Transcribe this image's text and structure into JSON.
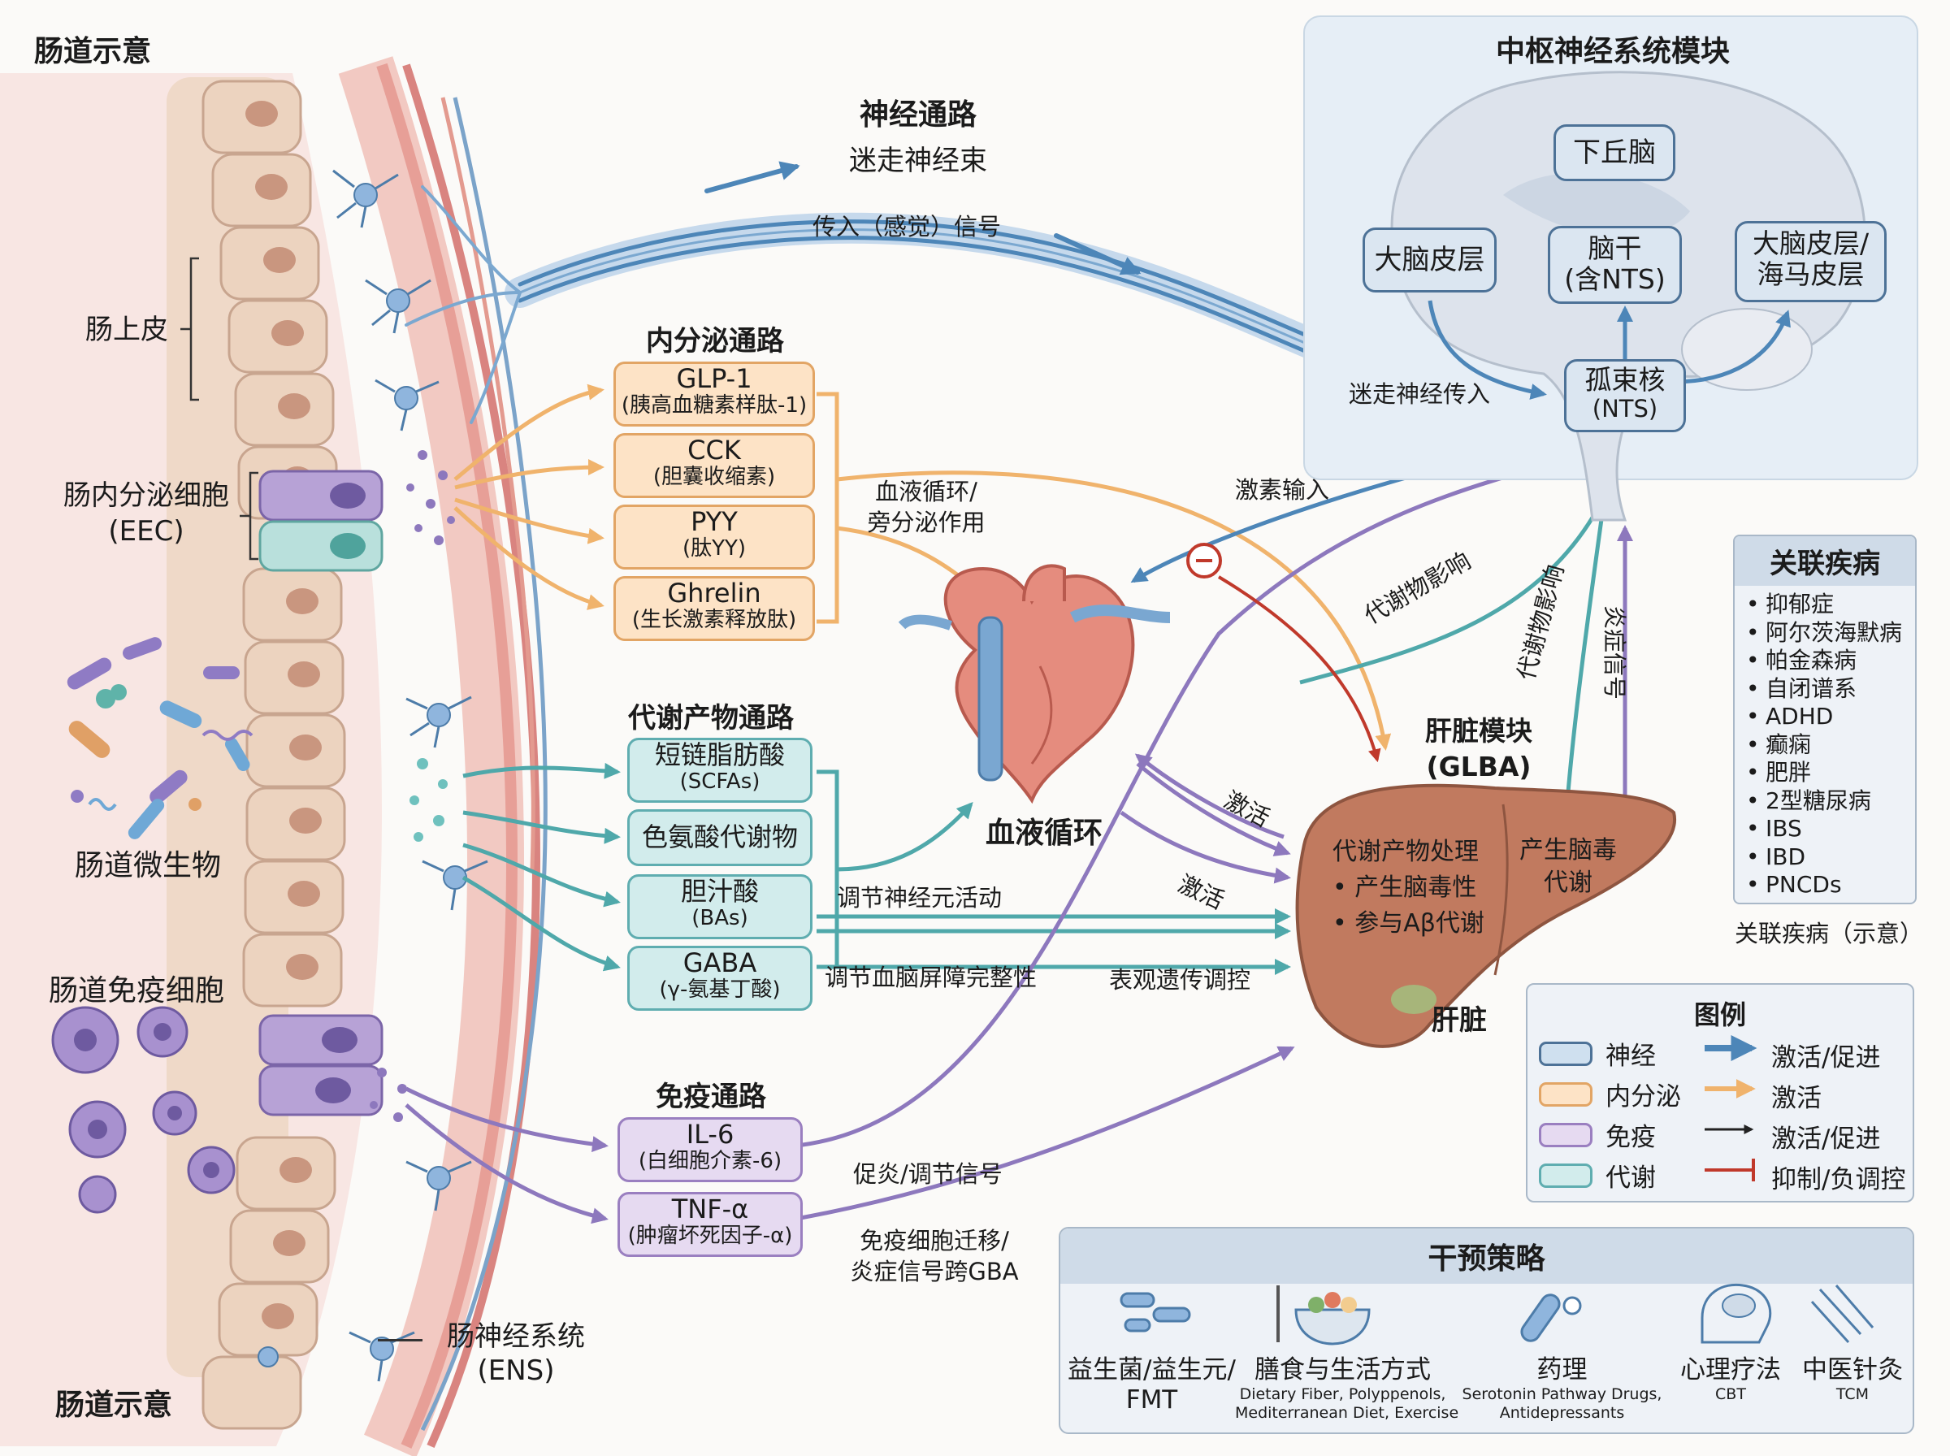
{
  "gut": {
    "title_top": "肠道示意",
    "title_bottom": "肠道示意",
    "epithelium": "肠上皮",
    "eec_line1": "肠内分泌细胞",
    "eec_line2": "(EEC)",
    "microbiota": "肠道微生物",
    "immune_cells": "肠道免疫细胞",
    "ens_line1": "肠神经系统",
    "ens_line2": "(ENS)"
  },
  "neural": {
    "title": "神经通路",
    "subtitle": "迷走神经束",
    "afferent": "传入（感觉）信号",
    "vagal_input": "迷走神经传入"
  },
  "endocrine": {
    "title": "内分泌通路",
    "items": [
      {
        "main": "GLP-1",
        "sub": "(胰高血糖素样肽-1)"
      },
      {
        "main": "CCK",
        "sub": "(胆囊收缩素)"
      },
      {
        "main": "PYY",
        "sub": "(肽YY)"
      },
      {
        "main": "Ghrelin",
        "sub": "(生长激素释放肽)"
      }
    ],
    "circ_line1": "血液循环/",
    "circ_line2": "旁分泌作用",
    "hormone_input": "激素输入"
  },
  "metabolite": {
    "title": "代谢产物通路",
    "items": [
      {
        "main": "短链脂肪酸",
        "sub": "(SCFAs)"
      },
      {
        "main": "色氨酸代谢物",
        "sub": ""
      },
      {
        "main": "胆汁酸",
        "sub": "(BAs)"
      },
      {
        "main": "GABA",
        "sub": "(γ-氨基丁酸)"
      }
    ],
    "neuron_activity": "调节神经元活动",
    "bbb": "调节血脑屏障完整性",
    "epigenetic": "表观遗传调控",
    "influence1": "代谢物影响",
    "influence2": "代谢物影响"
  },
  "immune": {
    "title": "免疫通路",
    "items": [
      {
        "main": "IL-6",
        "sub": "(白细胞介素-6)"
      },
      {
        "main": "TNF-α",
        "sub": "(肿瘤坏死因子-α)"
      }
    ],
    "proinflam": "促炎/调节信号",
    "migration_line1": "免疫细胞迁移/",
    "migration_line2": "炎症信号跨GBA",
    "inflam_signal": "炎症信号"
  },
  "blood": {
    "label": "血液循环",
    "activate1": "激活",
    "activate2": "激活"
  },
  "cns": {
    "title": "中枢神经系统模块",
    "hypothalamus": "下丘脑",
    "cortex": "大脑皮层",
    "brainstem_line1": "脑干",
    "brainstem_line2": "(含NTS)",
    "cortex_hippo_line1": "大脑皮层/",
    "cortex_hippo_line2": "海马皮层",
    "nts_line1": "孤束核",
    "nts_line2": "(NTS)"
  },
  "liver": {
    "module_line1": "肝脏模块",
    "module_line2": "(GLBA)",
    "processing": "代谢产物处理",
    "neurotoxic": "• 产生脑毒性",
    "abeta": "• 参与Aβ代谢",
    "produce_line1": "产生脑毒",
    "produce_line2": "代谢",
    "label": "肝脏",
    "inhibit_symbol": "−"
  },
  "diseases": {
    "title": "关联疾病",
    "items": [
      "抑郁症",
      "阿尔茨海默病",
      "帕金森病",
      "自闭谱系",
      "ADHD",
      "癫痫",
      "肥胖",
      "2型糖尿病",
      "IBS",
      "IBD",
      "PNCDs"
    ],
    "caption": "关联疾病（示意）"
  },
  "legend": {
    "title": "图例",
    "items": [
      {
        "swatch": "神经",
        "color": "#cfe0ef",
        "border": "#4d7297",
        "arrow": "激活/促进",
        "arrow_color": "#4d86b8"
      },
      {
        "swatch": "内分泌",
        "color": "#fde3c6",
        "border": "#e2a565",
        "arrow": "激活",
        "arrow_color": "#f0b36c"
      },
      {
        "swatch": "免疫",
        "color": "#e6daf1",
        "border": "#9a7fc0",
        "arrow": "激活/促进",
        "arrow_color": "#222222"
      },
      {
        "swatch": "代谢",
        "color": "#d2ecec",
        "border": "#5fadb0",
        "arrow": "抑制/负调控",
        "arrow_color": "#c0392b"
      }
    ]
  },
  "intervention": {
    "title": "干预策略",
    "items": [
      {
        "icon": "probiotic-icon",
        "line1": "益生菌/益生元/",
        "line2": "FMT",
        "note1": "",
        "note2": ""
      },
      {
        "icon": "diet-bowl-icon",
        "line1": "膳食与生活方式",
        "line2": "",
        "note1": "Dietary Fiber, Polyppenols,",
        "note2": "Mediterranean Diet, Exercise"
      },
      {
        "icon": "pill-icon",
        "line1": "药理",
        "line2": "",
        "note1": "Serotonin Pathway Drugs,",
        "note2": "Antidepressants"
      },
      {
        "icon": "brain-head-icon",
        "line1": "心理疗法",
        "line2": "",
        "note1": "CBT",
        "note2": ""
      },
      {
        "icon": "acupuncture-needle-icon",
        "line1": "中医针灸",
        "line2": "",
        "note1": "TCM",
        "note2": ""
      }
    ]
  },
  "colors": {
    "neural": "#4d86b8",
    "endocrine": "#f0b36c",
    "metabolite": "#4fa8aa",
    "immune": "#8d78bd",
    "inhibit": "#c0392b"
  }
}
